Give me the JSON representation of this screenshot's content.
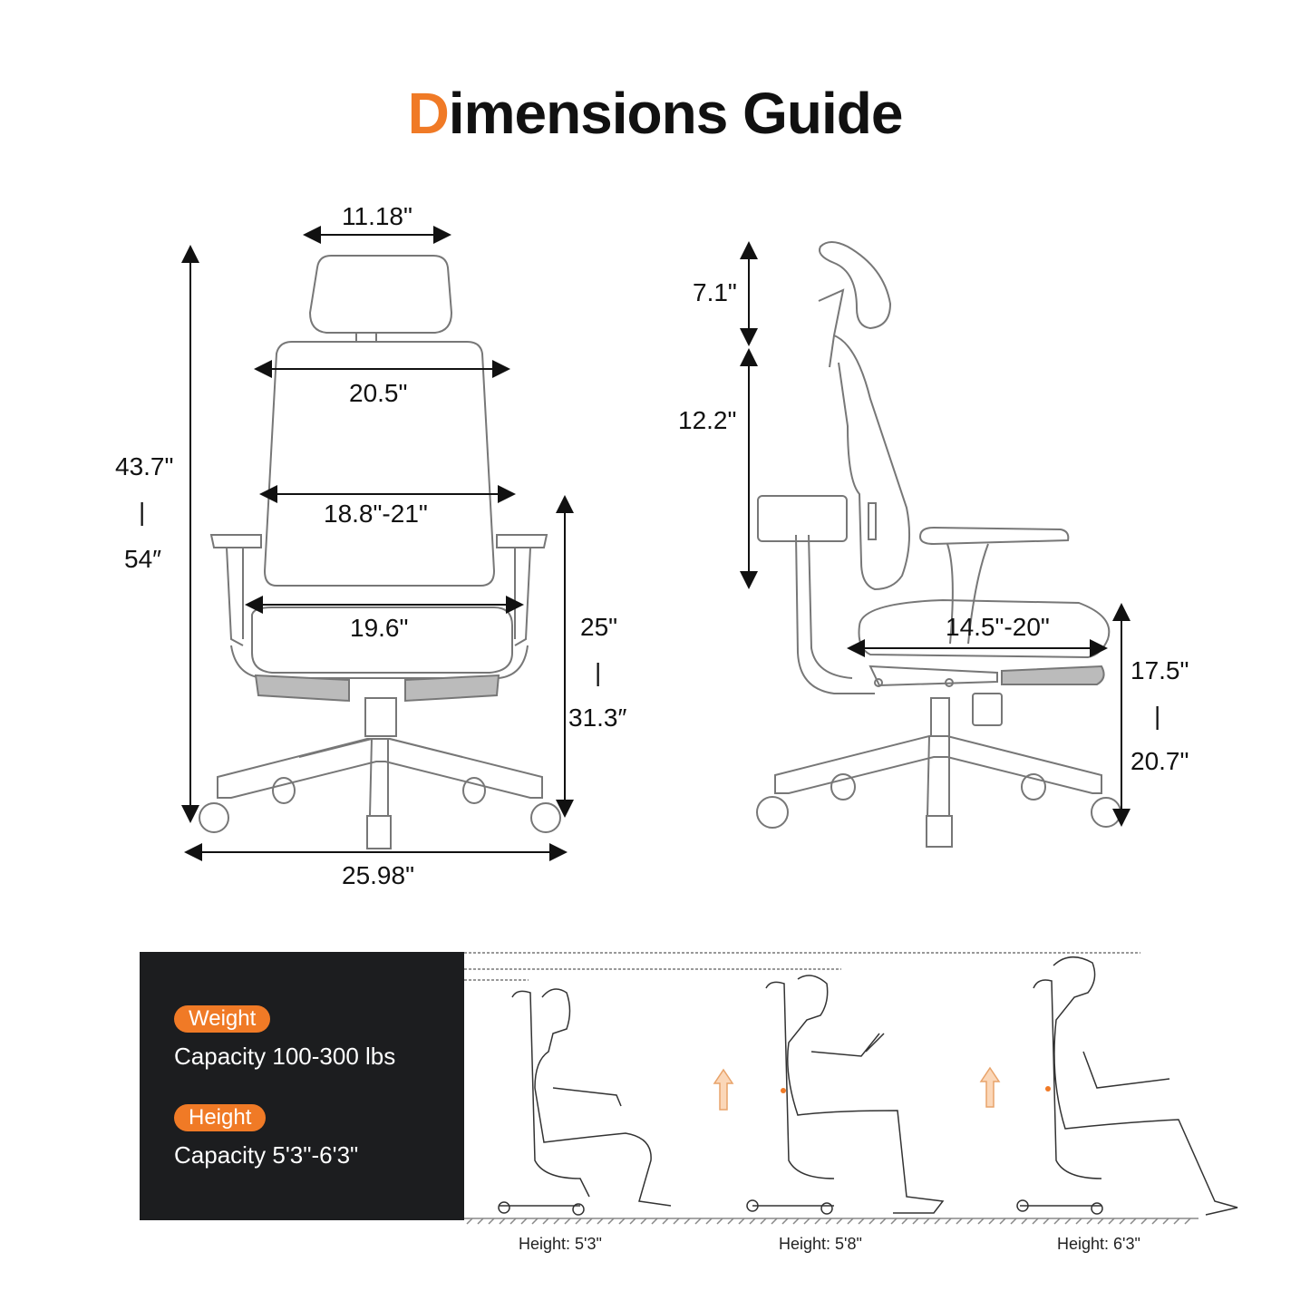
{
  "title": {
    "accent_letter": "D",
    "rest": "imensions Guide",
    "accent_color": "#F07A26"
  },
  "front_view": {
    "headrest_width": "11.18\"",
    "backrest_width": "20.5\"",
    "backrest_range": "18.8\"-21\"",
    "seat_width": "19.6\"",
    "overall_height_min": "43.7\"",
    "overall_height_max": "54″",
    "range_separator": "|",
    "armrest_height_min": "25\"",
    "armrest_height_max": "31.3″",
    "base_width": "25.98\""
  },
  "side_view": {
    "headrest_adjust": "7.1\"",
    "backrest_height": "12.2\"",
    "seat_depth": "14.5\"-20\"",
    "seat_height_min": "17.5\"",
    "seat_height_max": "20.7\"",
    "range_separator": "|"
  },
  "capacity_panel": {
    "weight_badge": "Weight",
    "weight_text": "Capacity 100-300 lbs",
    "height_badge": "Height",
    "height_text": "Capacity 5'3\"-6'3\"",
    "badge_color": "#F07A26",
    "panel_color": "#1c1d1f"
  },
  "users": [
    {
      "label": "Height: 5'3\""
    },
    {
      "label": "Height: 5'8\""
    },
    {
      "label": "Height: 6'3\""
    }
  ]
}
